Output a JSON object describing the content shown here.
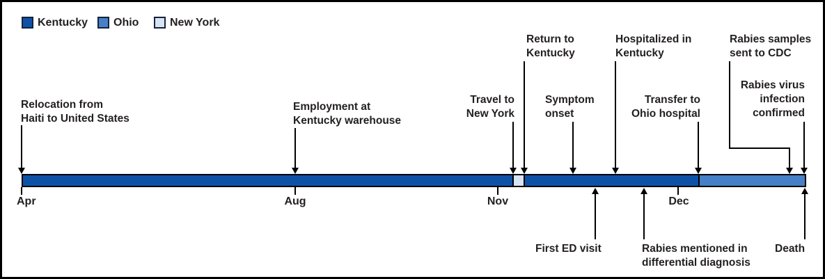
{
  "colors": {
    "kentucky": "#0e52a7",
    "ohio": "#4680c6",
    "new_york": "#d8e3f3",
    "text": "#231f20",
    "line": "#000000"
  },
  "legend": {
    "items": [
      {
        "label": "Kentucky",
        "color": "#0e52a7"
      },
      {
        "label": "Ohio",
        "color": "#4680c6"
      },
      {
        "label": "New York",
        "color": "#d8e3f3"
      }
    ]
  },
  "months": {
    "apr": "Apr",
    "aug": "Aug",
    "nov": "Nov",
    "dec": "Dec"
  },
  "events_above": {
    "relocation": "Relocation from\nHaiti to United States",
    "employment": "Employment at\nKentucky warehouse",
    "travel_ny": "Travel to\nNew York",
    "return_ky": "Return to\nKentucky",
    "symptom_onset": "Symptom\nonset",
    "hospitalized": "Hospitalized in\nKentucky",
    "transfer_ohio": "Transfer to\nOhio hospital",
    "samples_cdc": "Rabies samples\nsent to CDC",
    "confirmed": "Rabies virus\ninfection\nconfirmed"
  },
  "events_below": {
    "first_ed": "First ED visit",
    "rabies_mentioned": "Rabies mentioned in\ndifferential diagnosis",
    "death": "Death"
  },
  "chart_data": {
    "type": "timeline",
    "title": "",
    "legend": [
      {
        "name": "Kentucky",
        "color": "#0e52a7"
      },
      {
        "name": "Ohio",
        "color": "#4680c6"
      },
      {
        "name": "New York",
        "color": "#d8e3f3"
      }
    ],
    "axis_ticks": [
      {
        "label": "Apr",
        "position": 0.0
      },
      {
        "label": "Aug",
        "position": 0.349
      },
      {
        "label": "Nov",
        "position": 0.607
      },
      {
        "label": "Dec",
        "position": 0.837
      }
    ],
    "segments": [
      {
        "location": "Kentucky",
        "start": 0.0,
        "end": 0.626
      },
      {
        "location": "New York",
        "start": 0.626,
        "end": 0.642
      },
      {
        "location": "Kentucky",
        "start": 0.642,
        "end": 0.862
      },
      {
        "location": "Ohio",
        "start": 0.862,
        "end": 1.0
      }
    ],
    "events": [
      {
        "label": "Relocation from Haiti to United States",
        "position": 0.0,
        "side": "above"
      },
      {
        "label": "Employment at Kentucky warehouse",
        "position": 0.349,
        "side": "above"
      },
      {
        "label": "Travel to New York",
        "position": 0.626,
        "side": "above"
      },
      {
        "label": "Return to Kentucky",
        "position": 0.641,
        "side": "above"
      },
      {
        "label": "Symptom onset",
        "position": 0.703,
        "side": "above"
      },
      {
        "label": "First ED visit",
        "position": 0.731,
        "side": "below"
      },
      {
        "label": "Hospitalized in Kentucky",
        "position": 0.757,
        "side": "above"
      },
      {
        "label": "Rabies mentioned in differential diagnosis",
        "position": 0.793,
        "side": "below"
      },
      {
        "label": "Transfer to Ohio hospital",
        "position": 0.862,
        "side": "above"
      },
      {
        "label": "Rabies samples sent to CDC",
        "position": 0.979,
        "side": "above"
      },
      {
        "label": "Rabies virus infection confirmed",
        "position": 0.998,
        "side": "above"
      },
      {
        "label": "Death",
        "position": 1.0,
        "side": "below"
      }
    ]
  }
}
